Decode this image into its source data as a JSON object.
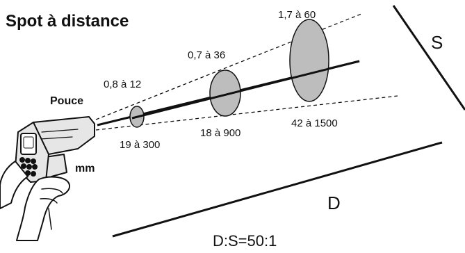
{
  "title": "Spot à distance",
  "units": {
    "inch": "Pouce",
    "mm": "mm"
  },
  "spot_labels_inch": [
    "0,8 à 12",
    "0,7 à 36",
    "1,7 à 60"
  ],
  "spot_labels_mm": [
    "19 à 300",
    "18 à 900",
    "42 à 1500"
  ],
  "spot_symbol": "S",
  "distance_symbol": "D",
  "ratio": "D:S=50:1",
  "colors": {
    "line": "#111111",
    "spot_fill": "#bdbdbd",
    "gun_body": "#e6e6e6",
    "hand": "#ffffff"
  }
}
